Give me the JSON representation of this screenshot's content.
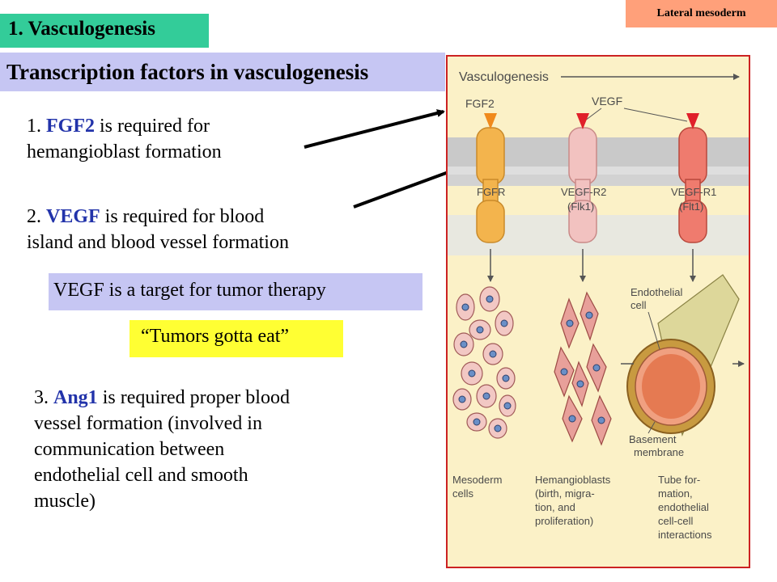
{
  "section_label": "1. Vasculogenesis",
  "corner_label": "Lateral mesoderm",
  "heading": "Transcription factors in vasculogenesis",
  "items": [
    {
      "prefix": "1. ",
      "gene": "FGF2",
      "line1_rest": " is required for",
      "line2": "hemangioblast formation"
    },
    {
      "prefix": "2. ",
      "gene": "VEGF",
      "line1_rest": " is required for blood",
      "line2": "island and blood vessel formation"
    },
    {
      "prefix": "3. ",
      "gene": "Ang1",
      "line1_rest": " is required proper blood",
      "lines": [
        "vessel formation (involved in",
        "communication between",
        "endothelial cell and smooth",
        "muscle)"
      ]
    }
  ],
  "callout_tumor": "VEGF is a target for tumor therapy",
  "callout_eat": "“Tumors gotta eat”",
  "colors": {
    "section_green": "#33cc99",
    "corner_salmon": "#ffa07a",
    "heading_lavender": "#c6c6f3",
    "callout_yellow": "#ffff33",
    "gene_blue": "#2233aa",
    "figure_border": "#cc2222"
  },
  "figure": {
    "title": "Vasculogenesis",
    "ligands": [
      "FGF2",
      "VEGF"
    ],
    "receptors": [
      {
        "name": "FGFR",
        "sub": ""
      },
      {
        "name": "VEGF-R2",
        "sub": "(Flk1)"
      },
      {
        "name": "VEGF-R1",
        "sub": "(Flt1)"
      }
    ],
    "endothelial_label": [
      "Endothelial",
      "cell"
    ],
    "basement_label": [
      "Basement",
      "membrane"
    ],
    "stages": [
      {
        "lines": [
          "Mesoderm",
          "cells"
        ]
      },
      {
        "lines": [
          "Hemangioblasts",
          "(birth, migra-",
          "tion, and",
          "proliferation)"
        ]
      },
      {
        "lines": [
          "Tube for-",
          "mation,",
          "endothelial",
          "cell-cell",
          "interactions"
        ]
      }
    ]
  }
}
